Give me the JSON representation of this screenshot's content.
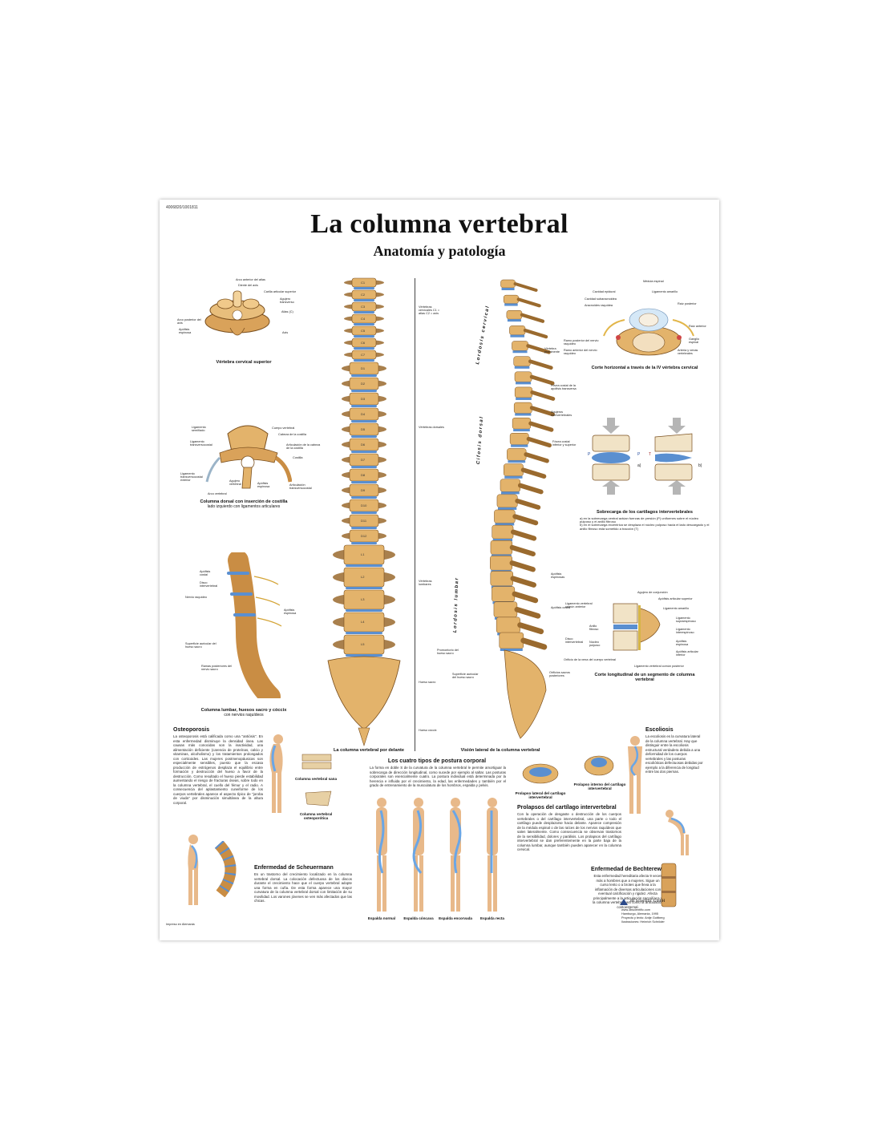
{
  "poster": {
    "code": "4006820/1001811",
    "title": "La columna vertebral",
    "subtitle": "Anatomía y patología",
    "printed": "Impreso en Alemania"
  },
  "panels": {
    "cervical": {
      "caption": "Vértebra cervical superior",
      "labels": [
        "Arco anterior del atlas",
        "Diente del axis",
        "Carilla articular superior",
        "Agujero transverso",
        "Atlas (C)",
        "Arco posterior del axis",
        "Apófisis espinosa",
        "Axis"
      ]
    },
    "thoracic": {
      "caption": "Columna dorsal con inserción de costilla",
      "caption_sub": "lado izquierdo con ligamentos articulares",
      "labels": [
        "Ligamento semiñado",
        "Ligamento transversocostal",
        "Ligamento transversocostal exterior",
        "Arco vertebral",
        "Agujero vertebral",
        "Cuerpo vertebral",
        "Cabeza de la costilla",
        "Articulación de la cabeza de la costilla",
        "Costilla",
        "Apófisis espinosa",
        "Articulación transversocostal"
      ]
    },
    "lumbar": {
      "caption": "Columna lumbar, huesos sacro y cóccix",
      "caption_sub": "con nervios raquídeos",
      "labels": [
        "Apófisis costal",
        "Disco intervertebral",
        "Nervio raquídeo",
        "Apófisis espinosa",
        "Superficie auricular del hueso sacro",
        "Ramas posteriores del nervio sacro"
      ]
    },
    "front": {
      "caption": "La columna vertebral por delante",
      "region_labels": [
        "Vértebras cervicales C1 = atlas C2 = axis",
        "Vértebras dorsales",
        "Vértebras lumbares",
        "Hueso sacro",
        "Hueso cóccix"
      ],
      "vertebra_labels": [
        "C1",
        "C2",
        "C3",
        "C4",
        "C5",
        "C6",
        "C7",
        "D1",
        "D2",
        "D3",
        "D4",
        "D5",
        "D6",
        "D7",
        "D8",
        "D9",
        "D10",
        "D11",
        "D12",
        "L1",
        "L2",
        "L3",
        "L4",
        "L5"
      ]
    },
    "lateral": {
      "caption": "Visión lateral de la columna vertebral",
      "curves": [
        "Lordosis cervical",
        "Cifosis dorsal",
        "Lordosis lumbar"
      ],
      "labels": [
        "Vértebra prominente",
        "Fóvea costal de la apófisis transversa",
        "Agujeros intervertebrales",
        "Fóvea costal inferior y superior",
        "Apófisis espinosas",
        "Apófisis costal",
        "Promontorio del hueso sacro",
        "Superficie auricular del hueso sacro",
        "Orificios sacros posteriores"
      ]
    },
    "horizontal": {
      "caption": "Corte horizontal a través de la IV vértebra cervical",
      "labels": [
        "Médula espinal",
        "Cavidad epidural",
        "Ligamento amarillo",
        "Cavidad subaracnoidea",
        "Aracnoides raquídea",
        "Raíz posterior",
        "Raíz anterior",
        "Ramo posterior del nervio raquídeo",
        "Ganglio espinal",
        "Ramo anterior del nervio raquídeo",
        "Arteria y venas vertebrales"
      ]
    },
    "overload": {
      "caption": "Sobrecarga de los cartílagos intervertebrales",
      "text": "a) en la sobrecarga central actúan fuerzas de presión (P) uniformes sobre el núcleo pulposo y el anillo fibroso\nb) en el sobrecarga excéntrica se desplaza el núcleo pulposo hacia el lado descargado y el anillo fibroso está sometido a tracción (T)",
      "marks": [
        "a)",
        "b)",
        "P",
        "P",
        "T"
      ]
    },
    "longitudinal": {
      "caption": "Corte longitudinal de un segmento de columna vertebral",
      "labels": [
        "Agujero de conjunción",
        "Apófisis articular superior",
        "Ligamento vertebral común anterior",
        "Ligamento amarillo",
        "Ligamento supraespinoso",
        "Anillo fibroso",
        "Disco intervertebral",
        "Ligamento interespinoso",
        "Núcleo pulposo",
        "Apófisis espinosa",
        "Apófisis articular inferior",
        "Orificio de la vena del cuerpo vertebral",
        "Ligamento vertebral común posterior"
      ]
    }
  },
  "sections": {
    "osteoporosis": {
      "heading": "Osteoporosis",
      "text": "La osteoporosis está calificada como una \"antiósis\". En esta enfermedad disminuye la densidad ósea. Las causas más conocidas son la inactividad, una alimentación deficiente (carencia de proteínas, calcio y vitaminas, alcoholismo) y los tratamientos prolongados con corticoides. Las mujeres postmenopáusicas son especialmente sensibles, puesto que la escasa producción de estrógenos desplaza el equilibrio entre formación y destrucción del hueso a favor de la destrucción. Como resultado el hueso pierde estabilidad aumentando el riesgo de fracturas óseas, sobre todo en la columna vertebral, el cuello del fémur y el radio. A consecuencia del aplastamiento cuneiforme de los cuerpos vertebrales aparece el aspecto típico de \"joroba de viuda\" por disminución simultánea de la altura corporal.",
      "fig_labels": [
        "Columna vertebral sana",
        "Columna vertebral osteoporótica"
      ]
    },
    "posture": {
      "heading": "Los cuatro tipos de postura corporal",
      "text": "La forma en doble S de la curvatura de la columna vertebral le permite amortiguar la sobrecarga de dirección longitudinal, como sucede por ejemplo al saltar. Las posturas corporales son esencialmente cuatro. La postura individual está determinada por la herencia e influida por el crecimiento, la edad, las enfermedades y también por el grado de entrenamiento de la musculatura de los hombros, espalda y pelvis.",
      "types": [
        "Espalda normal",
        "Espalda cóncava",
        "Espalda encorvada",
        "Espalda recta"
      ]
    },
    "prolapse": {
      "fig_labels": [
        "Prolapso lateral del cartílago intervertebral",
        "Prolapso interno del cartílago intervertebral"
      ],
      "heading": "Prolapsos del cartílago intervertebral",
      "text": "Con la operación de desgaste o destrucción de los cuerpos vertebrales o del cartílago intervertebral, una parte o todo el cartílago puede desplazarse hacia delante. Aparece compresión de la médula espinal o de las raíces de los nervios raquídeos que salen lateralmente. Como consecuencia se observan trastornos de la sensibilidad, dolores y parálisis. Los prolapsos del cartílago intervertebral se dan preferentemente en la parte baja de la columna lumbar, aunque también pueden aparecer en la columna cervical."
    },
    "scoliosis": {
      "heading": "Escoliosis",
      "text": "La escoliosis es la curvatura lateral de la columna vertebral. Hay que distinguir entre la escoliosis estructural verdadera debida a una deformidad de los cuerpos vertebrales y las posturas escolióticas defectuosas debidas por ejemplo a la diferencia de longitud entre las dos piernas."
    },
    "scheuermann": {
      "heading": "Enfermedad de Scheuermann",
      "text": "Es un trastorno del crecimiento localizado en la columna vertebral dorsal. La colocación defectuosa de los discos durante el crecimiento hace que el cuerpo vertebral adopte una forma en cuña. De esta forma aparece una mayor curvatura de la columna vertebral dorsal con limitación de su movilidad. Los varones jóvenes se ven más afectados que las chicas."
    },
    "bechterew": {
      "heading": "Enfermedad de Bechterew",
      "text": "Esta enfermedad hereditaria afecta 9 veces más a hombres que a mujeres. Sigue un curso lento o a brotes que lleva a la inflamación de diversas articulaciones con eventual calcificación y rigidez. Afecta principalmente a la articulación sacroilíaca y la columna vertebral, así como la articulación costoesternal."
    }
  },
  "publisher": {
    "logo_text": "3B Scientific GmbH",
    "lines": [
      "www.3bscientific.com",
      "Hamburgo, Alemania, 1995",
      "Proyecto y texto: Antje Gottberg",
      "Ilustraciones: Heinrich Schröder"
    ]
  },
  "colors": {
    "bone": "#e3b36b",
    "bone_dark": "#9a6a2e",
    "disc": "#5a8fd0",
    "skin": "#e8b98a",
    "spine_highlight": "#6aa6e6"
  }
}
